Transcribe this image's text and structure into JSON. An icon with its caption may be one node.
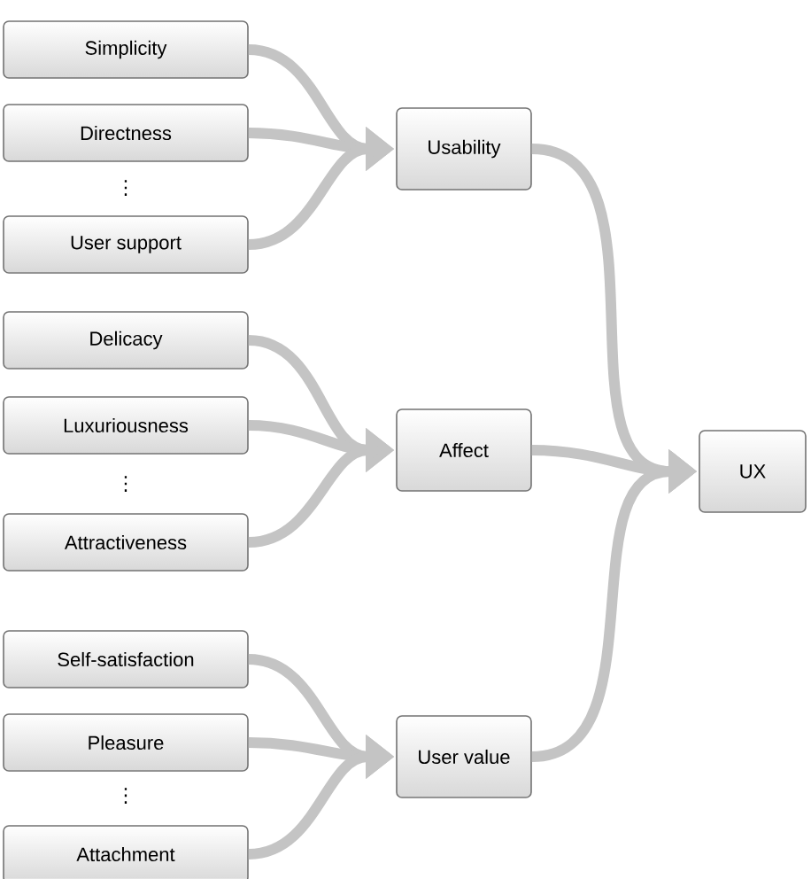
{
  "diagram": {
    "nodes": [
      {
        "text": [
          "Simplicity"
        ]
      },
      {
        "text": [
          "Directness"
        ]
      },
      {
        "text": [
          "User support"
        ]
      },
      {
        "text": [
          "Usability"
        ]
      },
      {
        "text": [
          "Delicacy"
        ]
      },
      {
        "text": [
          "Luxuriousness"
        ]
      },
      {
        "text": [
          "Attractiveness"
        ]
      },
      {
        "text": [
          "Affect"
        ]
      },
      {
        "text": [
          "Self-satisfaction"
        ]
      },
      {
        "text": [
          "Pleasure"
        ]
      },
      {
        "text": [
          "Attachment"
        ]
      },
      {
        "text": [
          "User value"
        ]
      },
      {
        "text": [
          "UX"
        ]
      }
    ],
    "edges": [
      {
        "from": 0,
        "to": 3,
        "arrow": "to"
      },
      {
        "from": 1,
        "to": 3,
        "arrow": "to"
      },
      {
        "from": 2,
        "to": 3,
        "arrow": "to"
      },
      {
        "from": 4,
        "to": 7,
        "arrow": "to"
      },
      {
        "from": 5,
        "to": 7,
        "arrow": "to"
      },
      {
        "from": 6,
        "to": 7,
        "arrow": "to"
      },
      {
        "from": 8,
        "to": 11,
        "arrow": "to"
      },
      {
        "from": 9,
        "to": 11,
        "arrow": "to"
      },
      {
        "from": 10,
        "to": 11,
        "arrow": "to"
      },
      {
        "from": 3,
        "to": 12,
        "arrow": "to"
      },
      {
        "from": 7,
        "to": 12,
        "arrow": "to"
      },
      {
        "from": 11,
        "to": 12,
        "arrow": "to"
      }
    ],
    "labels": [
      "⋮",
      "⋮",
      "⋮"
    ]
  }
}
